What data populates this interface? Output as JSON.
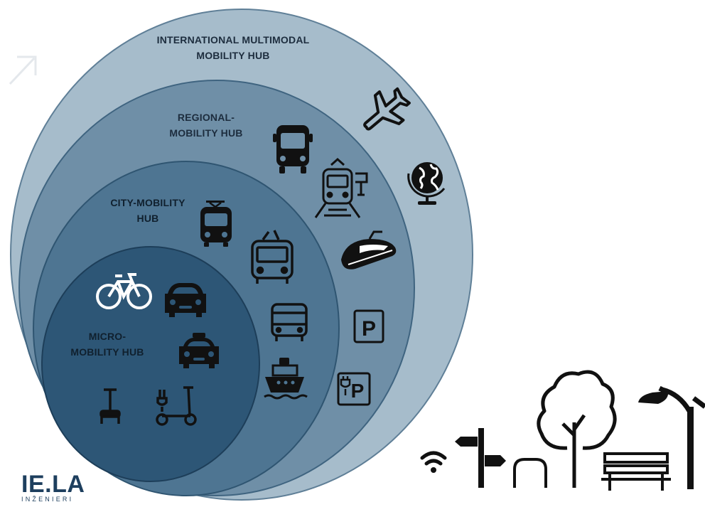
{
  "diagram": {
    "levels": [
      {
        "id": "international",
        "label_line1": "INTERNATIONAL MULTIMODAL",
        "label_line2": "MOBILITY HUB",
        "color": "#a6bccb"
      },
      {
        "id": "regional",
        "label_line1": "REGIONAL-",
        "label_line2": "MOBILITY HUB",
        "color": "#6f8fa7"
      },
      {
        "id": "city",
        "label_line1": "CITY-MOBILITY",
        "label_line2": "HUB",
        "color": "#4e7592"
      },
      {
        "id": "micro",
        "label_line1": "MICRO-",
        "label_line2": "MOBILITY HUB",
        "color": "#2d5676"
      }
    ],
    "icons": {
      "international": [
        "airplane-icon",
        "globe-icon"
      ],
      "regional": [
        "bus-icon",
        "train-station-icon",
        "high-speed-train-icon",
        "parking-icon",
        "ev-charging-parking-icon"
      ],
      "city": [
        "tram-icon",
        "trolleybus-icon",
        "bus-front-icon",
        "ferry-icon"
      ],
      "micro": [
        "bicycle-icon",
        "shared-car-icon",
        "taxi-icon",
        "segway-icon",
        "e-scooter-icon"
      ],
      "street_amenities": [
        "wifi-icon",
        "signpost-icon",
        "bike-rack-icon",
        "tree-icon",
        "bench-icon",
        "street-lamp-icon"
      ]
    }
  },
  "logo": {
    "main": "IE.LA",
    "sub": "INŽENIERI"
  },
  "colors": {
    "icon_dark": "#111111",
    "icon_light": "#ffffff",
    "logo": "#1e3f5e"
  }
}
